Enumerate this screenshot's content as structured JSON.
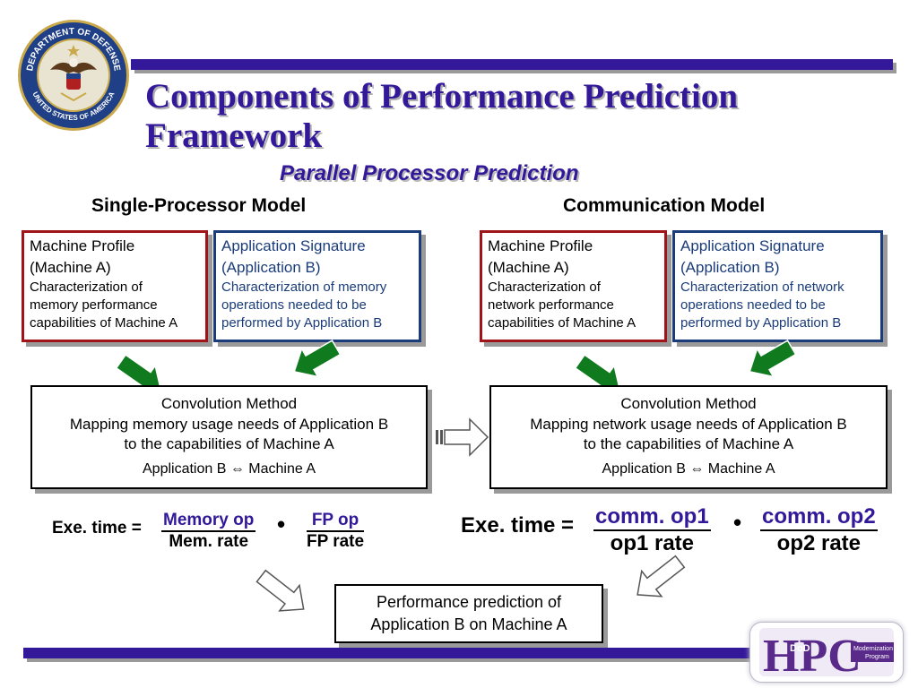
{
  "title": "Components of Performance Prediction Framework",
  "subtitle": "Parallel Processor Prediction",
  "left": {
    "header": "Single-Processor Model",
    "machine": {
      "line1": "Machine Profile",
      "line2": "(Machine A)",
      "desc1": "Characterization of",
      "desc2": "memory performance",
      "desc3": "capabilities of Machine A"
    },
    "app": {
      "line1": "Application Signature",
      "line2": "(Application B)",
      "desc1": "Characterization of memory",
      "desc2": "operations needed to be",
      "desc3": "performed by Application B"
    },
    "convolution": {
      "title": "Convolution Method",
      "line1": "Mapping memory usage needs of Application B",
      "line2": "to the capabilities of Machine A",
      "line3": "Application B ⇔ Machine A"
    },
    "formula": {
      "prefix": "Exe. time =",
      "num1": "Memory op",
      "den1": "Mem. rate",
      "dot": "•",
      "num2": "FP op",
      "den2": "FP rate"
    }
  },
  "right": {
    "header": "Communication Model",
    "machine": {
      "line1": "Machine Profile",
      "line2": "(Machine A)",
      "desc1": "Characterization of",
      "desc2": "network performance",
      "desc3": "capabilities of Machine A"
    },
    "app": {
      "line1": "Application Signature",
      "line2": "(Application B)",
      "desc1": "Characterization of network",
      "desc2": "operations needed to be",
      "desc3": "performed by Application B"
    },
    "convolution": {
      "title": "Convolution Method",
      "line1": "Mapping network usage needs of Application B",
      "line2": "to the capabilities of Machine A",
      "line3": "Application B ⇔ Machine A"
    },
    "formula": {
      "prefix": "Exe. time =",
      "num1": "comm. op1",
      "den1": "op1 rate",
      "dot": "•",
      "num2": "comm. op2",
      "den2": "op2 rate"
    }
  },
  "result": {
    "line1": "Performance prediction of",
    "line2": "Application B on Machine A"
  },
  "seal": {
    "top_text": "DEPARTMENT OF DEFENSE",
    "bottom_text": "UNITED STATES OF AMERICA"
  },
  "logo": {
    "letters": "HPC",
    "small": "DoD",
    "tag1": "Modernization",
    "tag2": "Program"
  },
  "colors": {
    "accent": "#33199a",
    "red_box": "#a01419",
    "blue_box": "#1a3c7a",
    "arrow_green": "#0f7a1e"
  }
}
